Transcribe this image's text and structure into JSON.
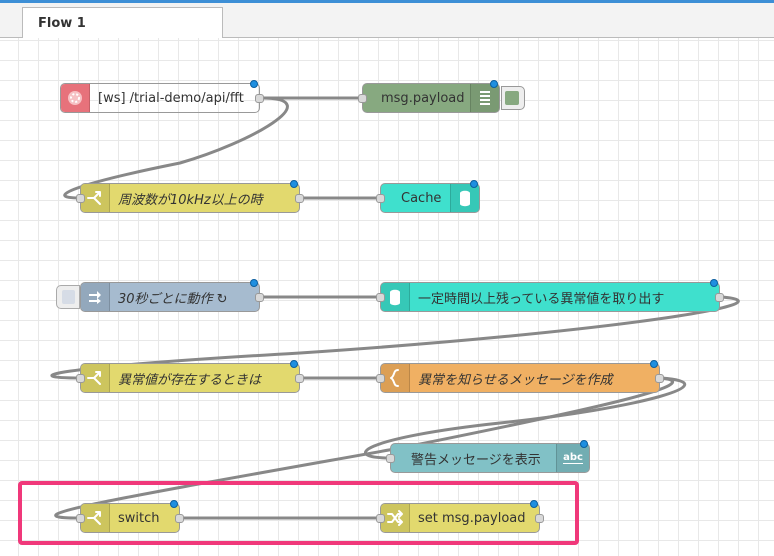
{
  "tab": {
    "label": "Flow 1"
  },
  "nodes": {
    "ws_in": {
      "label": "[ws] /trial-demo/api/fft",
      "icon": "websocket-icon",
      "color": "#e7727b"
    },
    "debug": {
      "label": "msg.payload",
      "icon": "debug-list-icon",
      "color": "#87a980"
    },
    "switch1": {
      "label": "周波数が10kHz以上の時",
      "icon": "switch-icon",
      "color": "#e2d96e"
    },
    "cache": {
      "label": "Cache",
      "icon": "database-icon",
      "color": "#3fe0cd"
    },
    "inject": {
      "label": "30秒ごとに動作 ↻",
      "icon": "inject-arrow-icon",
      "color": "#a6bbcf"
    },
    "db_query": {
      "label": "一定時間以上残っている異常値を取り出す",
      "icon": "database-icon",
      "color": "#3fe0cd"
    },
    "switch2": {
      "label": "異常値が存在するときは",
      "icon": "switch-icon",
      "color": "#e2d96e"
    },
    "function": {
      "label": "異常を知らせるメッセージを作成",
      "icon": "function-brace-icon",
      "color": "#f0b063"
    },
    "template": {
      "label": "警告メッセージを表示",
      "icon": "abc-icon",
      "icon_text": "abc",
      "color": "#81c1c6"
    },
    "switch3": {
      "label": "switch",
      "icon": "switch-icon",
      "color": "#e2d96e"
    },
    "change": {
      "label": "set msg.payload",
      "icon": "change-shuffle-icon",
      "color": "#e2d96e"
    }
  },
  "colors": {
    "highlight": "#f0387a",
    "change_dot": "#1f8fe0",
    "wire": "#888888"
  }
}
